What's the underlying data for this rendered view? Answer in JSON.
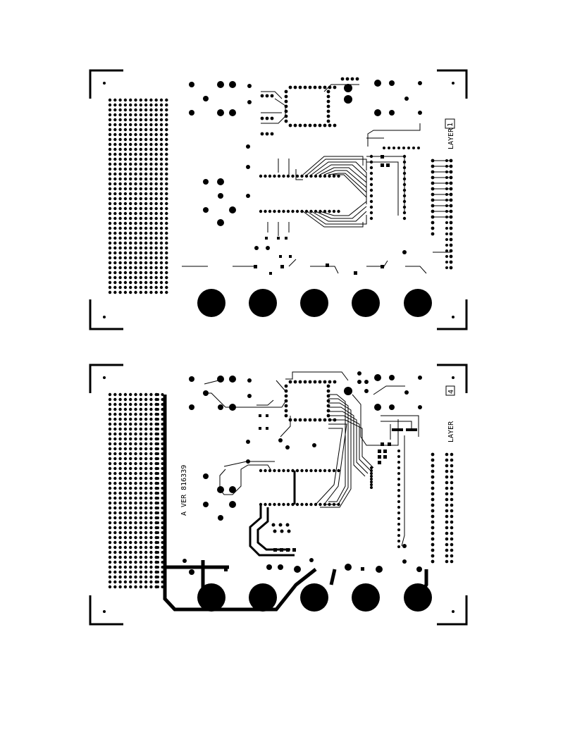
{
  "document": {
    "panels": [
      {
        "id": "top",
        "layer_label": "LAYER",
        "layer_number": "1"
      },
      {
        "id": "bottom",
        "layer_label": "LAYER",
        "layer_number": "4",
        "board_id": "A VER 816339"
      }
    ]
  },
  "colors": {
    "ink": "#000000",
    "paper": "#ffffff"
  }
}
